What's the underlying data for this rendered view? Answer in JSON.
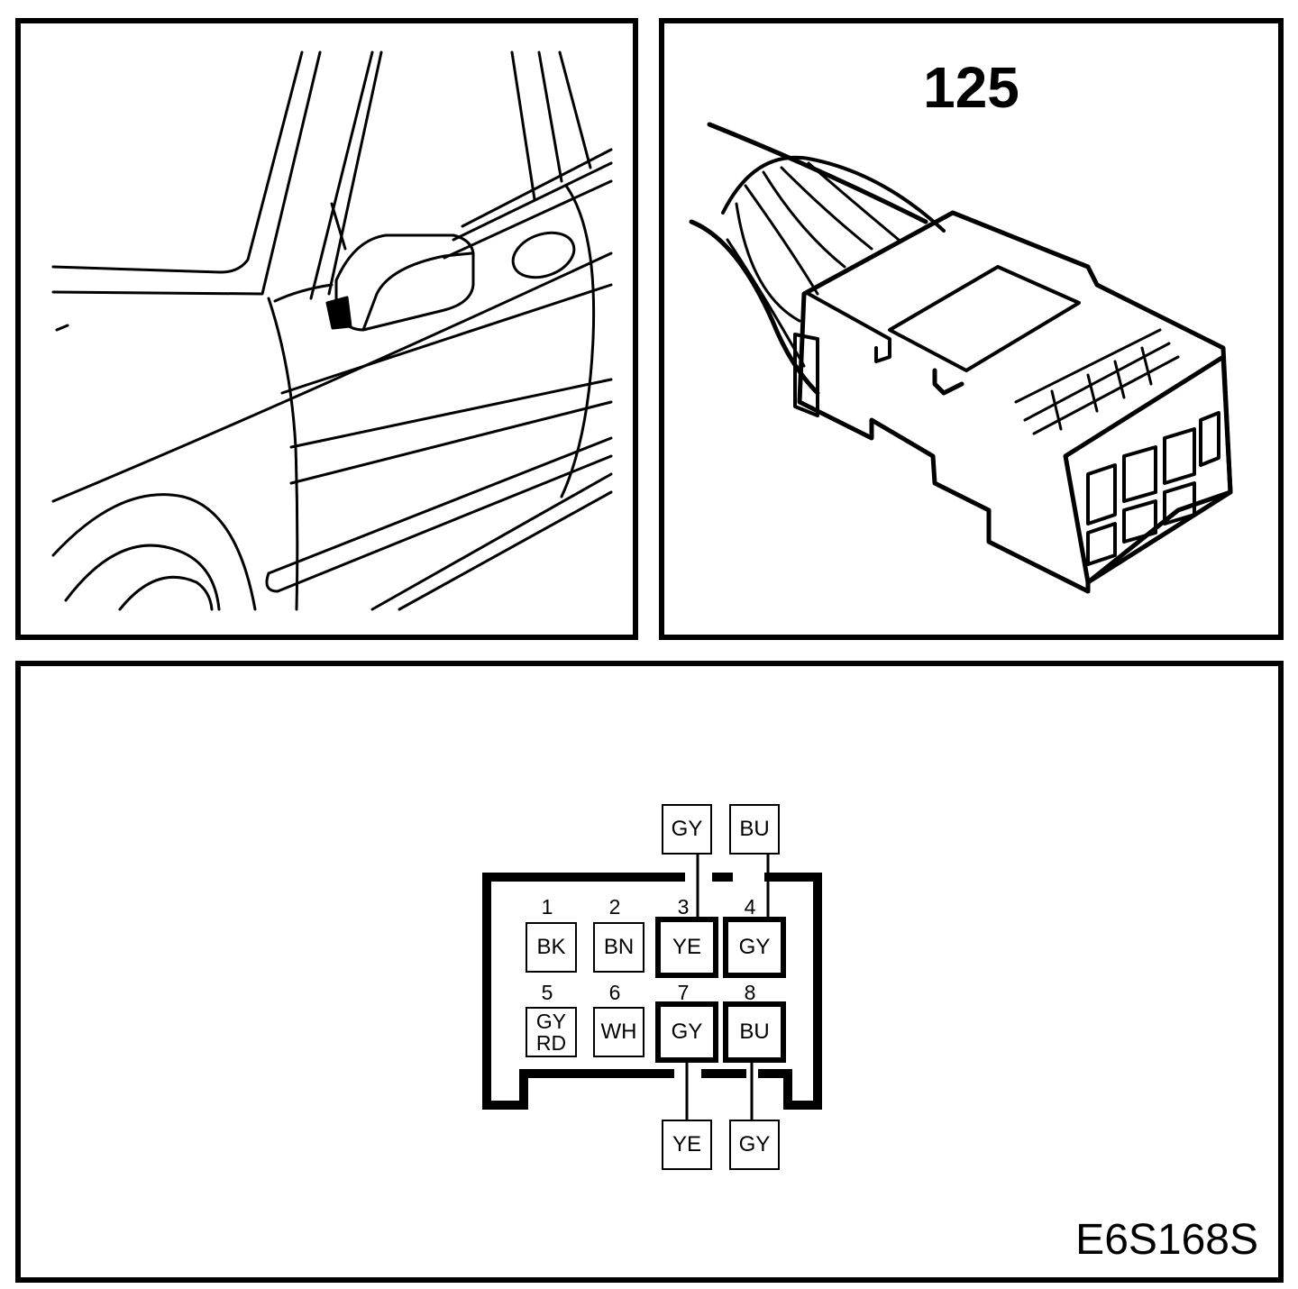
{
  "connector": {
    "number": "125",
    "figure_code": "E6S168S"
  },
  "pins": [
    {
      "num": "1",
      "color": "BK"
    },
    {
      "num": "2",
      "color": "BN"
    },
    {
      "num": "3",
      "color": "YE"
    },
    {
      "num": "4",
      "color": "GY"
    },
    {
      "num": "5",
      "color": "GY",
      "color2": "RD"
    },
    {
      "num": "6",
      "color": "WH"
    },
    {
      "num": "7",
      "color": "GY"
    },
    {
      "num": "8",
      "color": "BU"
    }
  ],
  "wires": {
    "top_3": "GY",
    "top_4": "BU",
    "bottom_7": "YE",
    "bottom_8": "GY"
  }
}
